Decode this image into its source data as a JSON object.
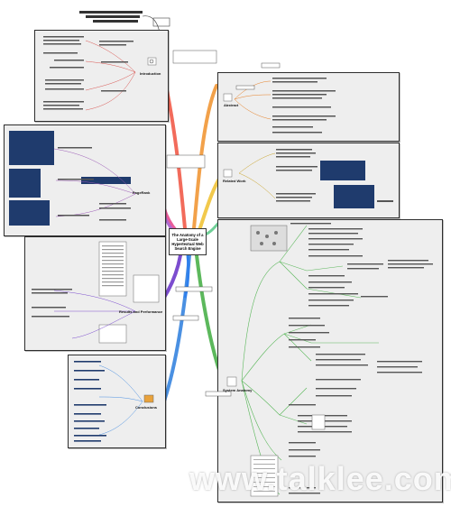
{
  "center": {
    "title": "The Anatomy of a Large-Scale Hypertextual Web Search Engine"
  },
  "topics": {
    "introduction": "Introduction",
    "abstract": "Abstract",
    "related_work": "Related Work",
    "pagerank": "PageRank",
    "results": "Results and Performance",
    "conclusions": "Conclusions",
    "system_anatomy": "System Anatomy"
  },
  "watermark": "www.talklee.com",
  "colors": {
    "introduction_branch": "#f26b5b",
    "abstract_branch": "#f2a14a",
    "related_branch": "#f2c94c",
    "pagerank_branch": "#9b59b6",
    "results_branch": "#7c4dcf",
    "conclusions_branch": "#4a90e2",
    "anatomy_branch": "#5cb85c",
    "center_fill": "#ffffff",
    "panel_fill": "#eeeeee"
  }
}
